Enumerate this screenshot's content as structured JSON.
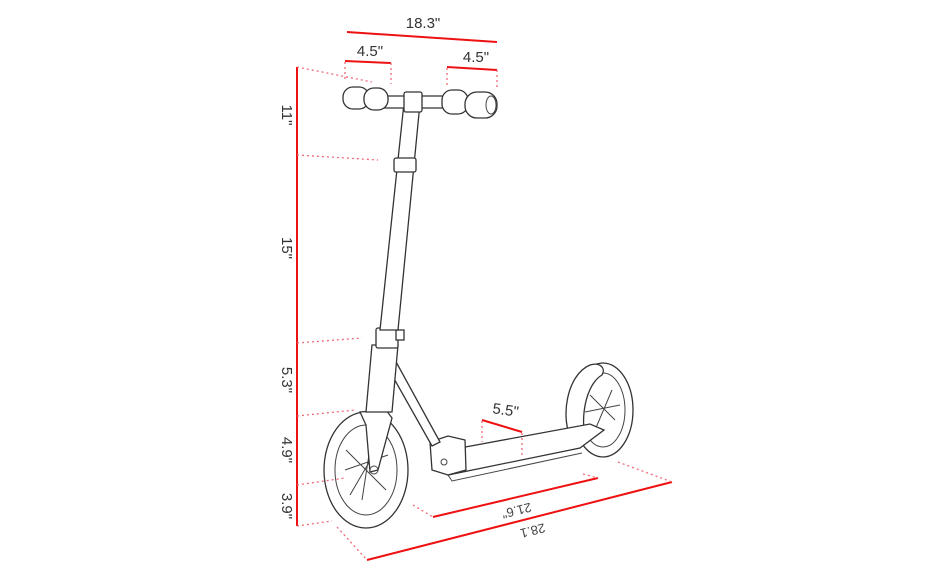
{
  "title": "Scooter dimensions",
  "accent_color": "#ee1111",
  "dimensions": {
    "handlebar_width": "18.3\"",
    "grip_left": "4.5\"",
    "grip_right": "4.5\"",
    "height_top": "11\"",
    "height_stem": "15\"",
    "height_upper_fork": "5.3\"",
    "height_fork": "4.9\"",
    "height_base": "3.9\"",
    "deck_width": "5.5\"",
    "deck_length": "21.6\"",
    "total_length": "28.1"
  }
}
